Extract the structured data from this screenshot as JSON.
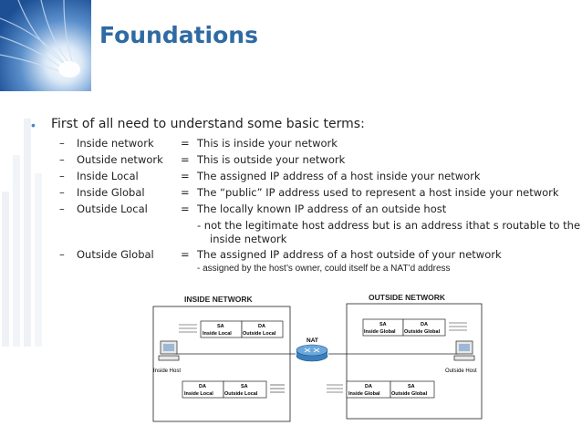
{
  "slide": {
    "title": "Foundations",
    "intro": "First of all need to understand some basic terms:",
    "bullet_symbol": "•",
    "terms": [
      {
        "term": "Inside network",
        "eq": "=",
        "definition": "This is inside your network"
      },
      {
        "term": "Outside network",
        "eq": "=",
        "definition": "This is outside your network"
      },
      {
        "term": "Inside Local",
        "eq": "=",
        "definition": "The assigned IP address of a host inside your network"
      },
      {
        "term": "Inside Global",
        "eq": "=",
        "definition": "The “public” IP address used to represent a host inside your network"
      },
      {
        "term": "Outside Local",
        "eq": "=",
        "definition": "The locally known IP address of an outside host"
      },
      {
        "term": "Outside Global",
        "eq": "=",
        "definition": "The assigned IP address of a host outside of your network"
      }
    ],
    "outside_local_note_line1": "-   not the legitimate host address but is an address ithat s routable to the",
    "outside_local_note_line2": "inside network",
    "outside_global_note": "-  assigned by the host’s owner, could itself be a NAT’d address",
    "dash": "–",
    "colors": {
      "title": "#2f6aa3",
      "bullet": "#4a86c6"
    }
  },
  "diagram": {
    "inside_label": "INSIDE NETWORK",
    "outside_label": "OUTSIDE NETWORK",
    "nat_label": "NAT",
    "inside_host": "Inside Host",
    "outside_host": "Outside Host",
    "packets": {
      "in_top_sa": "SA",
      "in_top_sa_val": "Inside Local",
      "in_top_da": "DA",
      "in_top_da_val": "Outside Local",
      "out_top_sa": "SA",
      "out_top_sa_val": "Inside Global",
      "out_top_da": "DA",
      "out_top_da_val": "Outside Global",
      "in_bot_da": "DA",
      "in_bot_da_val": "Inside Local",
      "in_bot_sa": "SA",
      "in_bot_sa_val": "Outside Local",
      "out_bot_da": "DA",
      "out_bot_da_val": "Inside Global",
      "out_bot_sa": "SA",
      "out_bot_sa_val": "Outside Global"
    }
  }
}
